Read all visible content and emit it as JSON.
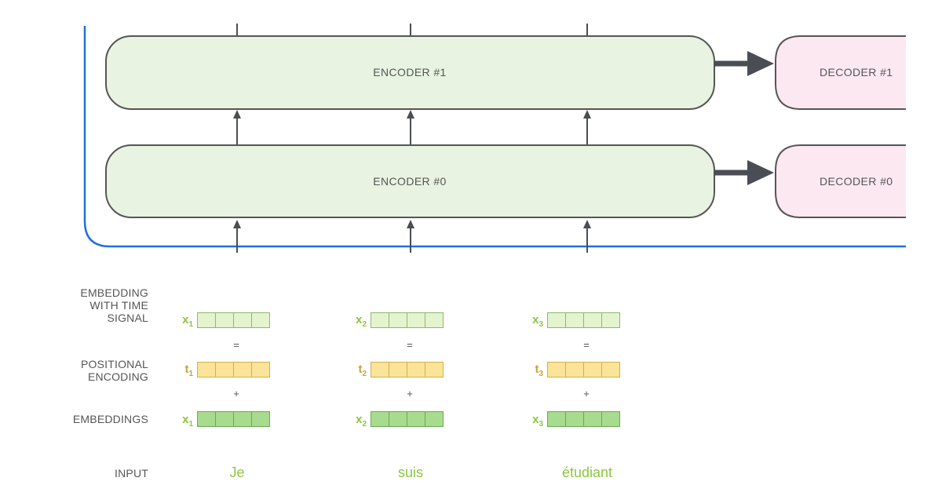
{
  "encoders": [
    {
      "label": "ENCODER #1"
    },
    {
      "label": "ENCODER #0"
    }
  ],
  "decoders": [
    {
      "label": "DECODER #1"
    },
    {
      "label": "DECODER #0"
    }
  ],
  "row_labels": {
    "embedding_with_time_signal": [
      "EMBEDDING",
      "WITH TIME",
      "SIGNAL"
    ],
    "positional_encoding": [
      "POSITIONAL",
      "ENCODING"
    ],
    "embeddings": "EMBEDDINGS",
    "input": "INPUT"
  },
  "tokens": [
    {
      "word": "Je",
      "x": "x",
      "x_sub": "1",
      "t": "t",
      "t_sub": "1"
    },
    {
      "word": "suis",
      "x": "x",
      "x_sub": "2",
      "t": "t",
      "t_sub": "2"
    },
    {
      "word": "étudiant",
      "x": "x",
      "x_sub": "3",
      "t": "t",
      "t_sub": "3"
    }
  ],
  "operators": {
    "equals": "=",
    "plus": "+"
  },
  "colors": {
    "encoder_fill": "#e8f3e1",
    "decoder_fill": "#fce8f1",
    "box_stroke": "#555555",
    "arrow": "#4a4e54",
    "stack_border": "#1f6fe0",
    "input_word": "#8cc63f",
    "embedding_green": "#a7db8d",
    "time_signal_green": "#e4f4cf",
    "positional_yellow": "#fbe39a"
  }
}
